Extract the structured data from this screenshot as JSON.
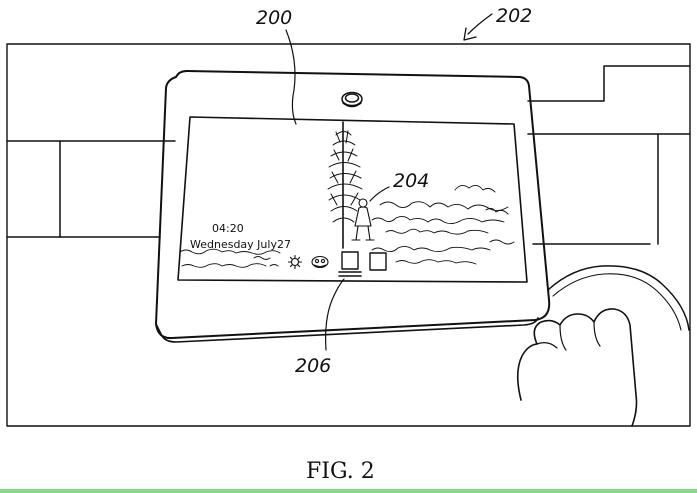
{
  "labels": {
    "device": "200",
    "environment": "202",
    "tree_figure": "204",
    "focused_icon": "206"
  },
  "screen": {
    "time": "04:20",
    "date": "Wednesday July27"
  },
  "caption": "FIG. 2",
  "colors": {
    "line": "#111111",
    "accent_rule": "#7ee07e"
  },
  "icons": [
    "gear-icon",
    "group-icon",
    "focused-square-icon",
    "square-icon"
  ]
}
